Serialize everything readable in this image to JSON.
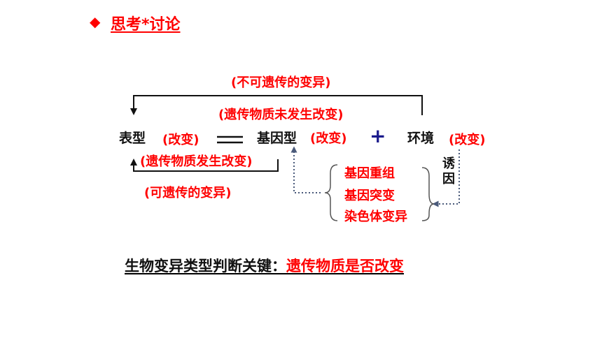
{
  "title": {
    "bullet_color": "#ff0000",
    "text": "思考*讨论"
  },
  "diagram": {
    "non_heritable": "(不可遗传的变异)",
    "material_unchanged": "(遗传物质未发生改变)",
    "phenotype": "表型",
    "change_1": "(改变)",
    "genotype": "基因型",
    "change_2": "(改变)",
    "plus": "+",
    "environment": "环境",
    "change_3": "(改变)",
    "material_changed": "(遗传物质发生改变)",
    "heritable": "(可遗传的变异)",
    "induce": "诱因",
    "sources": [
      "基因重组",
      "基因突变",
      "染色体变异"
    ]
  },
  "conclusion": {
    "prefix": "生物变异类型判断关键：",
    "key": "遗传物质是否改变"
  },
  "colors": {
    "highlight": "#ff0000",
    "text": "#111111",
    "plus": "#1a1a8c",
    "dotted_arrow": "#4a5a7a"
  }
}
